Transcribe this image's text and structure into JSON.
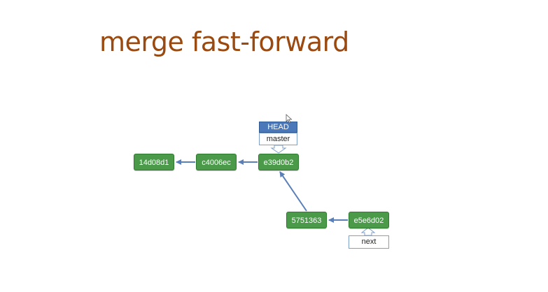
{
  "slide": {
    "title": "merge fast-forward"
  },
  "commits": {
    "c1": "14d08d1",
    "c2": "c4006ec",
    "c3": "e39d0b2",
    "c4": "5751363",
    "c5": "e5e6d02"
  },
  "refs": {
    "head": "HEAD",
    "master": "master",
    "next": "next"
  },
  "colors": {
    "title": "#9a4a10",
    "commit_fill": "#4a9a4a",
    "head_fill": "#4b78b8",
    "arrow": "#5a7fb8"
  }
}
